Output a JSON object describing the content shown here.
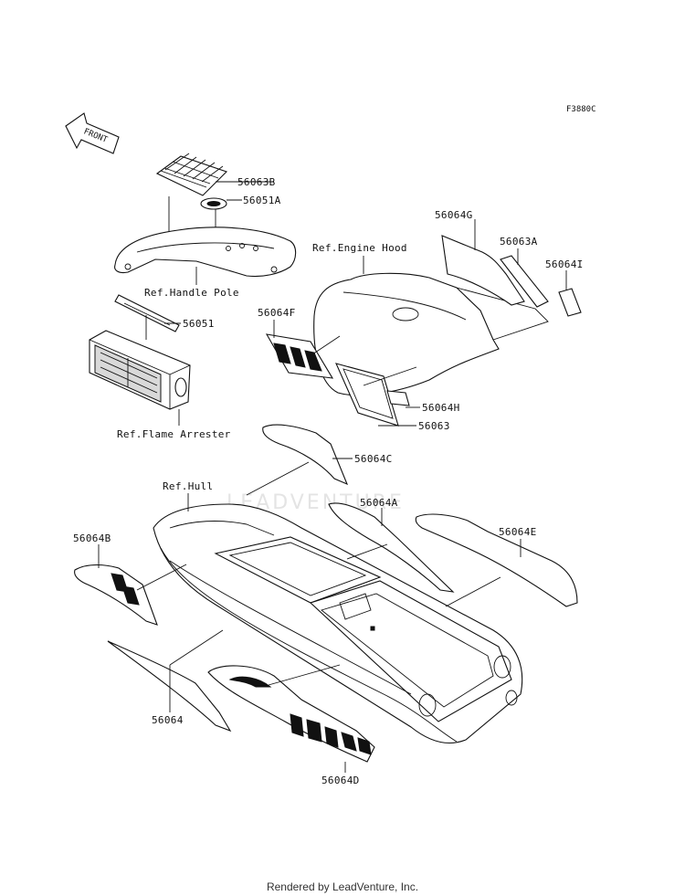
{
  "diagram": {
    "code": "F3880C",
    "front_arrow_text": "FRONT",
    "watermark": "LEADVENTURE",
    "footer": "Rendered by LeadVenture, Inc.",
    "callouts": {
      "p56063B": "56063B",
      "p56051A": "56051A",
      "ref_handle_pole": "Ref.Handle Pole",
      "p56051": "56051",
      "ref_flame_arrester": "Ref.Flame Arrester",
      "ref_engine_hood": "Ref.Engine Hood",
      "p56064G": "56064G",
      "p56063A": "56063A",
      "p56064I": "56064I",
      "p56064F": "56064F",
      "p56064H": "56064H",
      "p56063": "56063",
      "p56064C": "56064C",
      "ref_hull": "Ref.Hull",
      "p56064A": "56064A",
      "p56064E": "56064E",
      "p56064B": "56064B",
      "p56064": "56064",
      "p56064D": "56064D"
    }
  }
}
